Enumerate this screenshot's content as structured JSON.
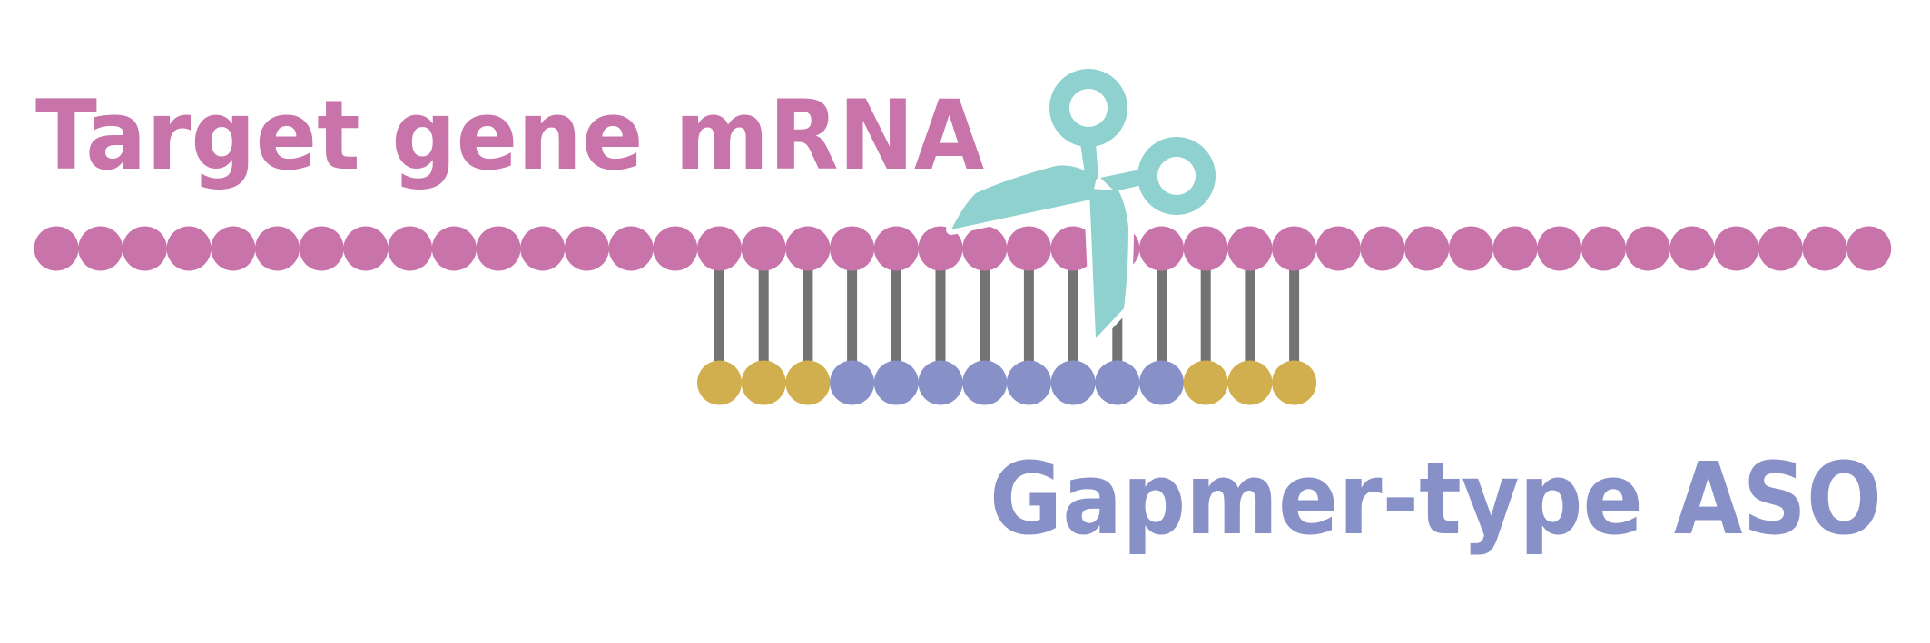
{
  "labels": {
    "mrna_title": "Target gene mRNA",
    "aso_title": "Gapmer-type ASO"
  },
  "colors": {
    "mrna": "#c873a9",
    "aso_wing": "#d1af4f",
    "aso_gap": "#8791c8",
    "stem": "#737373",
    "scissors": "#8fd1cf",
    "background": "#ffffff"
  },
  "mrna_strand": {
    "nucleotide_count": 42
  },
  "aso_strand": {
    "start_index": 15,
    "segments": [
      {
        "type": "wing",
        "count": 3
      },
      {
        "type": "gap",
        "count": 8
      },
      {
        "type": "wing",
        "count": 3
      }
    ]
  },
  "icons": {
    "cleavage": "scissors-icon"
  }
}
